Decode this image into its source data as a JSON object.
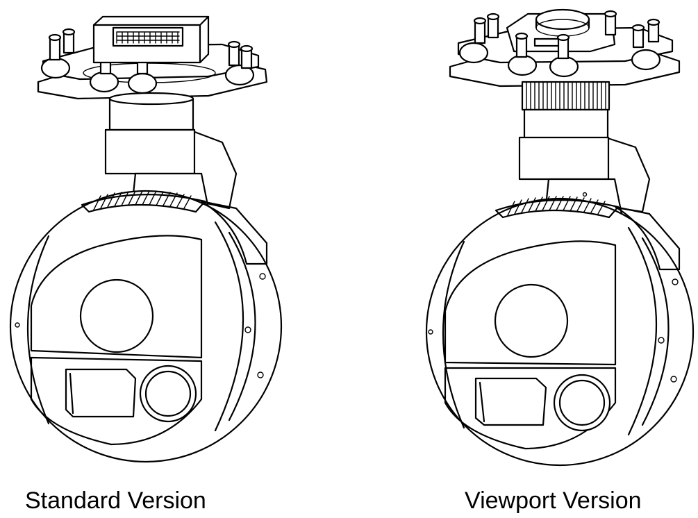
{
  "captions": {
    "left": "Standard Version",
    "right": "Viewport Version"
  },
  "icons": {
    "left_drawing": "gimbal-camera-standard-illustration",
    "right_drawing": "gimbal-camera-viewport-illustration"
  },
  "colors": {
    "line": "#000000",
    "background": "#ffffff"
  }
}
